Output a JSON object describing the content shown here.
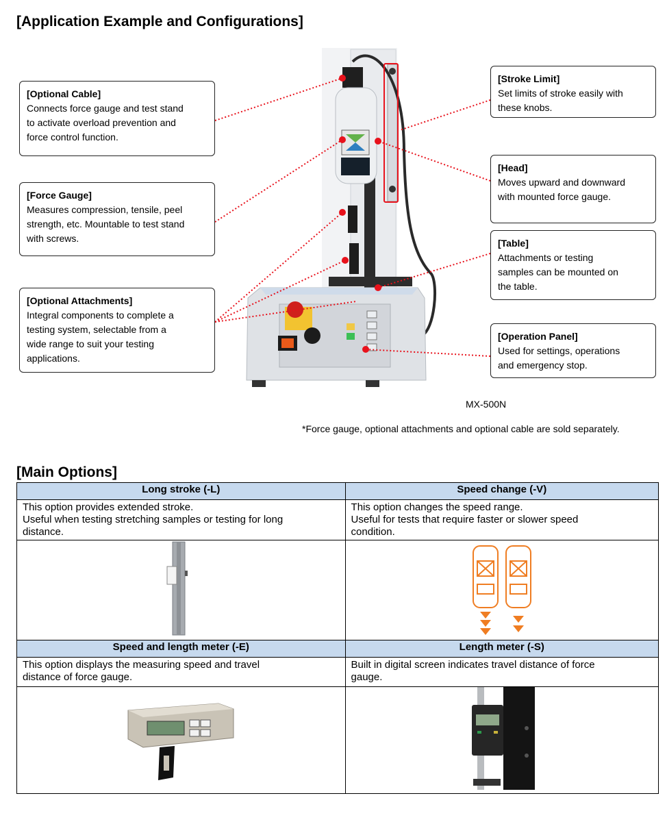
{
  "section1": {
    "title": "[Application Example and Configurations]"
  },
  "callouts": {
    "optional_cable": {
      "title": "[Optional Cable]",
      "lines": [
        "Connects force gauge and test stand",
        "to activate overload prevention and",
        "force control function."
      ]
    },
    "force_gauge": {
      "title": "[Force Gauge]",
      "lines": [
        "Measures compression, tensile, peel",
        "strength, etc. Mountable to test stand",
        "with screws."
      ]
    },
    "optional_attachments": {
      "title": "[Optional Attachments]",
      "lines": [
        "Integral components to complete a",
        "testing system, selectable from a",
        "wide range to suit your testing",
        "applications."
      ]
    },
    "stroke_limit": {
      "title": "[Stroke Limit]",
      "lines": [
        "Set limits of stroke easily with",
        "these knobs."
      ]
    },
    "head": {
      "title": "[Head]",
      "lines": [
        "Moves upward and downward",
        "with mounted force gauge."
      ]
    },
    "table": {
      "title": "[Table]",
      "lines": [
        "Attachments or testing",
        "samples can be mounted on",
        "the table."
      ]
    },
    "operation_panel": {
      "title": "[Operation Panel]",
      "lines": [
        "Used for settings, operations",
        "and emergency stop."
      ]
    }
  },
  "model_label": "MX-500N",
  "footnote": "*Force gauge, optional attachments and optional cable are sold separately.",
  "section2": {
    "title": "[Main Options]"
  },
  "options": [
    {
      "header": "Long stroke (-L)",
      "lines": [
        "This option provides extended stroke.",
        "Useful when testing stretching samples or testing for long",
        "distance."
      ]
    },
    {
      "header": "Speed change (-V)",
      "lines": [
        "This option changes the speed range.",
        "Useful for tests that require faster or slower speed",
        "condition."
      ]
    },
    {
      "header": "Speed and length meter (-E)",
      "lines": [
        "This option displays the measuring speed and travel",
        "distance of force gauge."
      ]
    },
    {
      "header": "Length meter (-S)",
      "lines": [
        "Built in digital screen indicates travel distance of force",
        "gauge."
      ]
    }
  ],
  "colors": {
    "header_bg": "#c6d9ee",
    "pointer_red": "#e8121c",
    "accent_orange": "#ef7d22"
  }
}
